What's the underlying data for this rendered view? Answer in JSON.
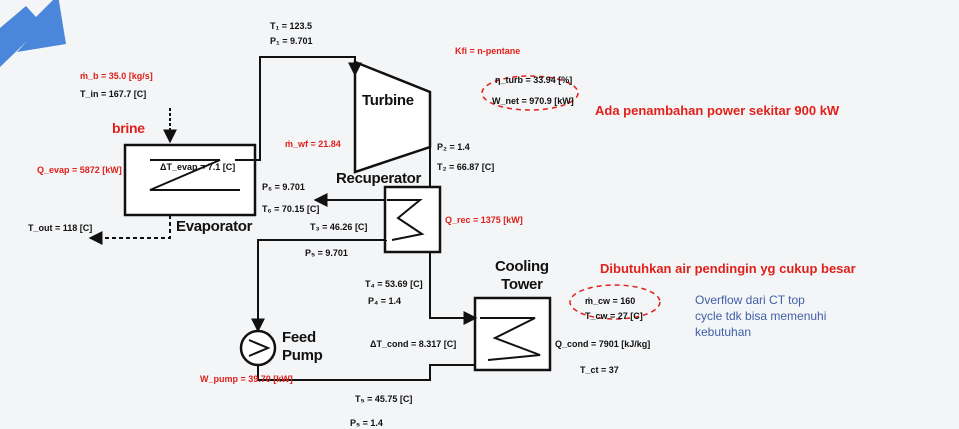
{
  "colors": {
    "arrow": "#4a86d9",
    "red": "#e0201a",
    "blue_text": "#3f5fa8",
    "line": "#111111"
  },
  "icons": {
    "pointer": "blue-arrow-icon",
    "pump": "pump-icon"
  },
  "labels": {
    "turbine": "Turbine",
    "recuperator": "Recuperator",
    "evaporator": "Evaporator",
    "cooling_tower": "Cooling\nTower",
    "feed_pump": "Feed\nPump",
    "brine": "brine"
  },
  "values": {
    "t1": "T₁ = 123.5",
    "p1": "P₁ = 9.701",
    "m_brine": "ṁ_b = 35.0 [kg/s]",
    "t_in": "T_in = 167.7 [C]",
    "fluid": "Kfi = n-pentane",
    "eta": "η_turb = 33.94 [%]",
    "w_net": "W_net = 970.9 [kW]",
    "m_wf": "ṁ_wf = 21.84",
    "p2": "P₂ = 1.4",
    "t2": "T₂ = 66.87 [C]",
    "q_evap": "Q_evap = 5872 [kW]",
    "dt_evap": "ΔT_evap = 7.1 [C]",
    "p6": "P₆ = 9.701",
    "t6": "T₆ = 70.15 [C]",
    "t_out": "T_out = 118 [C]",
    "t3": "T₃ = 46.26 [C]",
    "q_rec": "Q_rec = 1375 [kW]",
    "p5": "P₅ = 9.701",
    "t4": "T₄ = 53.69 [C]",
    "p4": "P₄ = 1.4",
    "m_cw": "ṁ_cw = 160",
    "t_cw": "T_cw = 27 [C]",
    "dt_cond": "ΔT_cond = 8.317 [C]",
    "q_cond": "Q_cond = 7901 [kJ/kg]",
    "t_ct": "T_ct = 37",
    "w_pump": "W_pump = 39.70 [kW]",
    "t5": "T₅ = 45.75 [C]",
    "p_bottom": "P₅ = 1.4"
  },
  "notes": {
    "power": "Ada penambahan power sekitar 900 kW",
    "water": "Dibutuhkan air pendingin yg cukup besar",
    "overflow": "Overflow dari CT top\ncycle tdk bisa memenuhi\nkebutuhan"
  }
}
